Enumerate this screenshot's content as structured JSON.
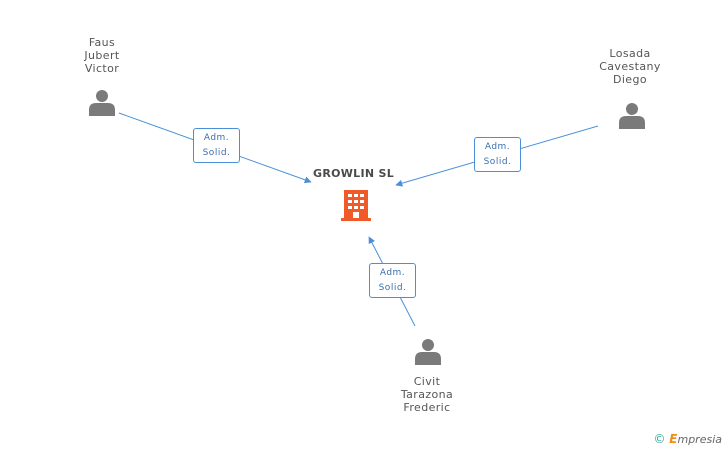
{
  "company": {
    "name": "GROWLIN SL",
    "icon": "building-icon",
    "color": "#f05a28"
  },
  "persons": [
    {
      "id": "faus",
      "name": "Faus\nJubert\nVictor",
      "icon": "person-icon"
    },
    {
      "id": "losada",
      "name": "Losada\nCavestany\nDiego",
      "icon": "person-icon"
    },
    {
      "id": "civit",
      "name": "Civit\nTarazona\nFrederic",
      "icon": "person-icon"
    }
  ],
  "relations": [
    {
      "from": "faus",
      "line1": "Adm.",
      "line2": "Solid."
    },
    {
      "from": "losada",
      "line1": "Adm.",
      "line2": "Solid."
    },
    {
      "from": "civit",
      "line1": "Adm.",
      "line2": "Solid."
    }
  ],
  "footer": {
    "copyright_symbol": "©",
    "brand_initial": "E",
    "brand_rest": "mpresia"
  },
  "colors": {
    "edge": "#4a90d9",
    "person": "#7a7a7a",
    "label": "#555555"
  }
}
